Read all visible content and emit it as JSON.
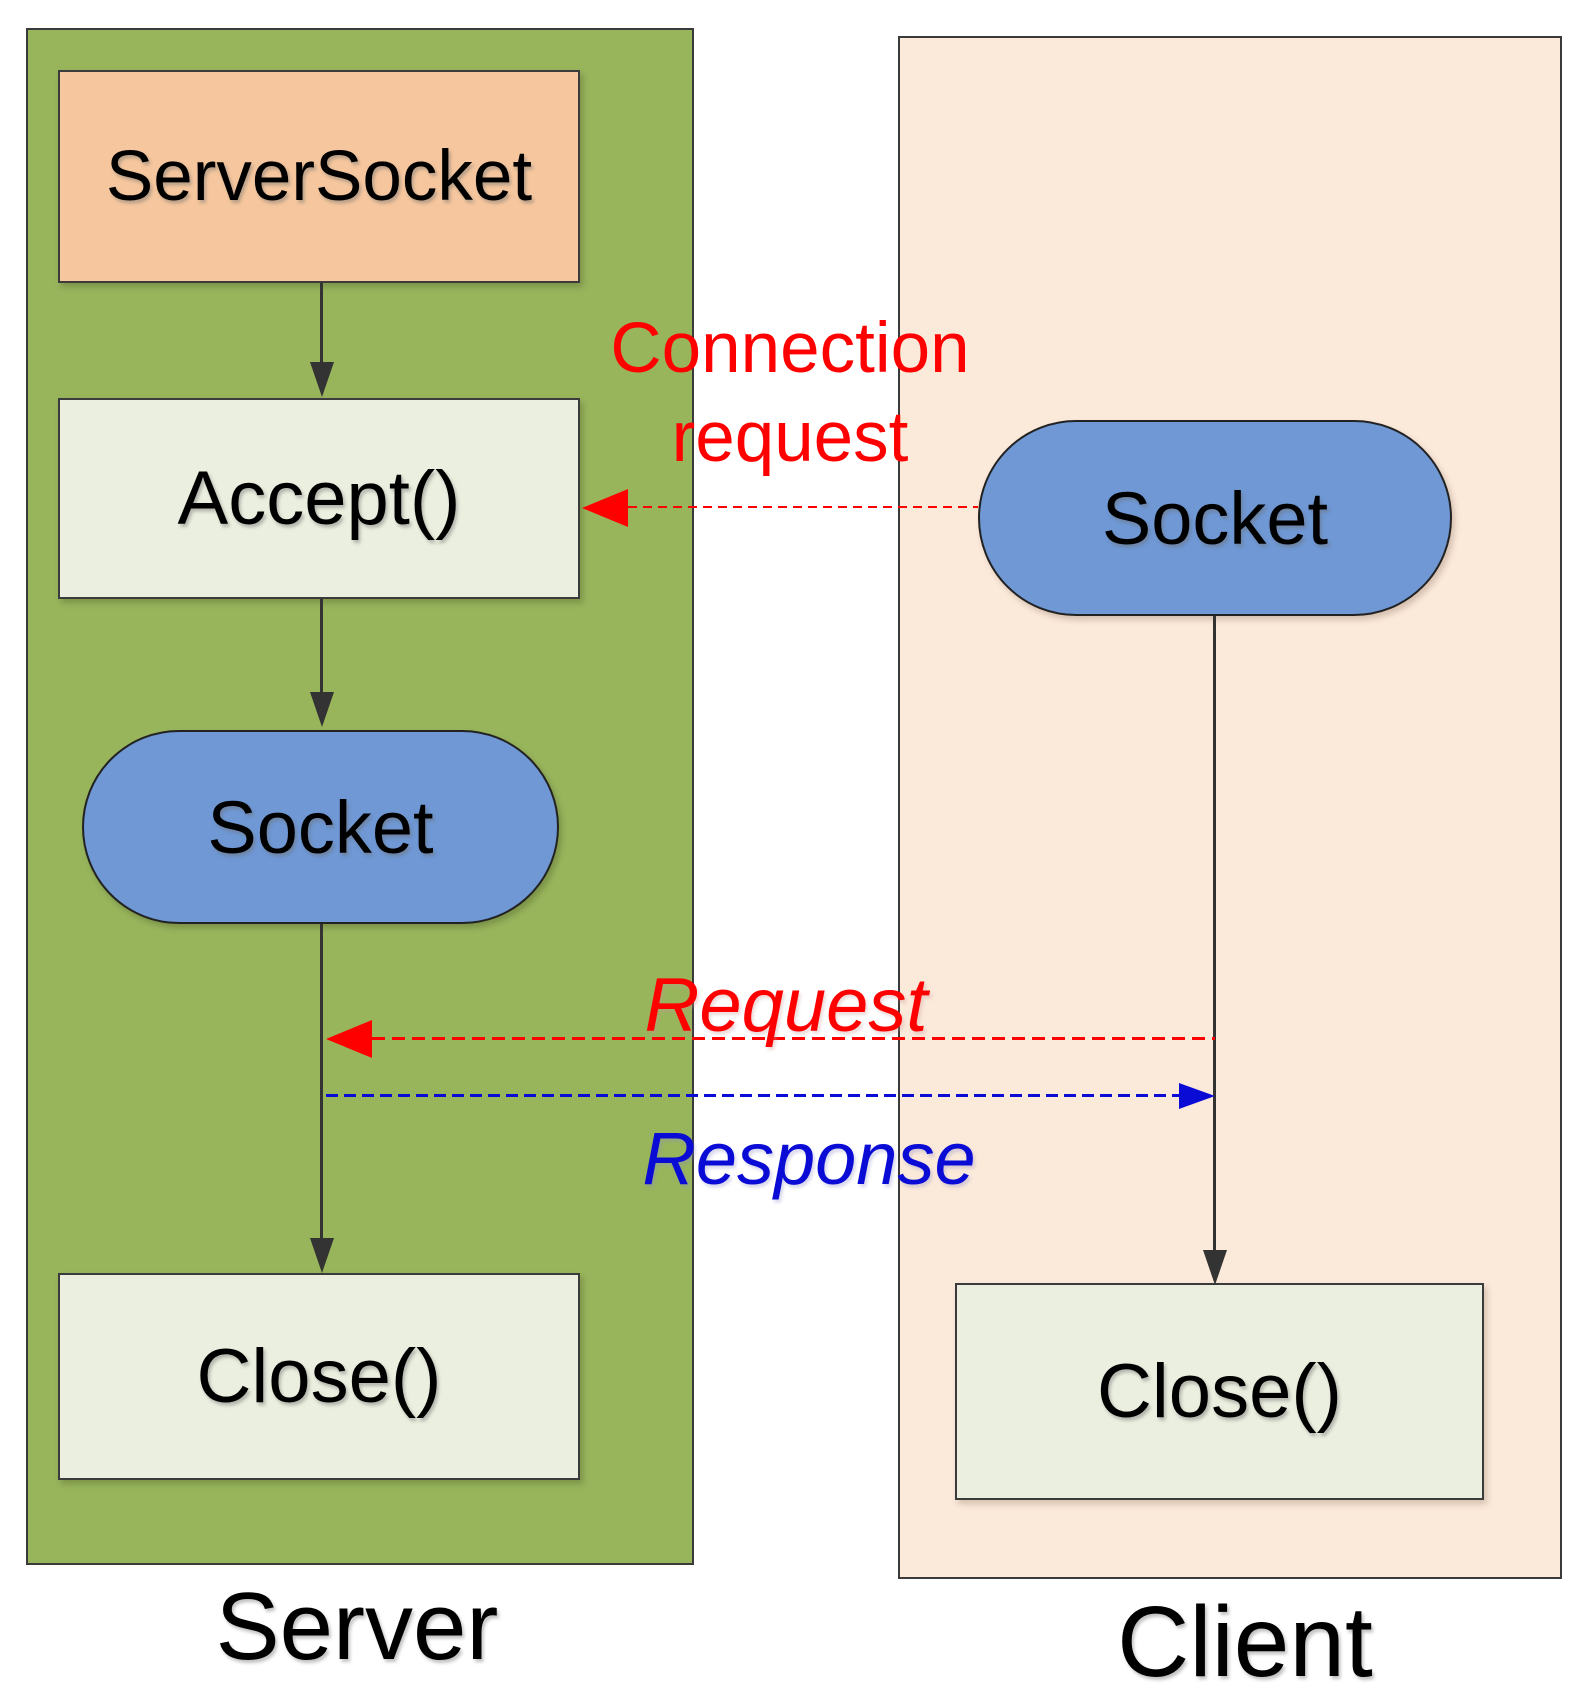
{
  "diagram": {
    "server": {
      "caption": "Server",
      "nodes": {
        "server_socket": "ServerSocket",
        "accept": "Accept()",
        "socket": "Socket",
        "close": "Close()"
      }
    },
    "client": {
      "caption": "Client",
      "nodes": {
        "socket": "Socket",
        "close": "Close()"
      }
    },
    "messages": {
      "connection_request_line1": "Connection",
      "connection_request_line2": "request",
      "request": "Request",
      "response": "Response"
    }
  },
  "colors": {
    "green": "#98B55C",
    "client_bg": "#FBE9DA",
    "peach_box": "#F6C79E",
    "light_box": "#EAEFDF",
    "blue_node": "#6F98D5",
    "red": "#FF0000",
    "blue_arrow": "#0B0BD6",
    "line": "#333333",
    "node_border": "#3B3B3B"
  }
}
